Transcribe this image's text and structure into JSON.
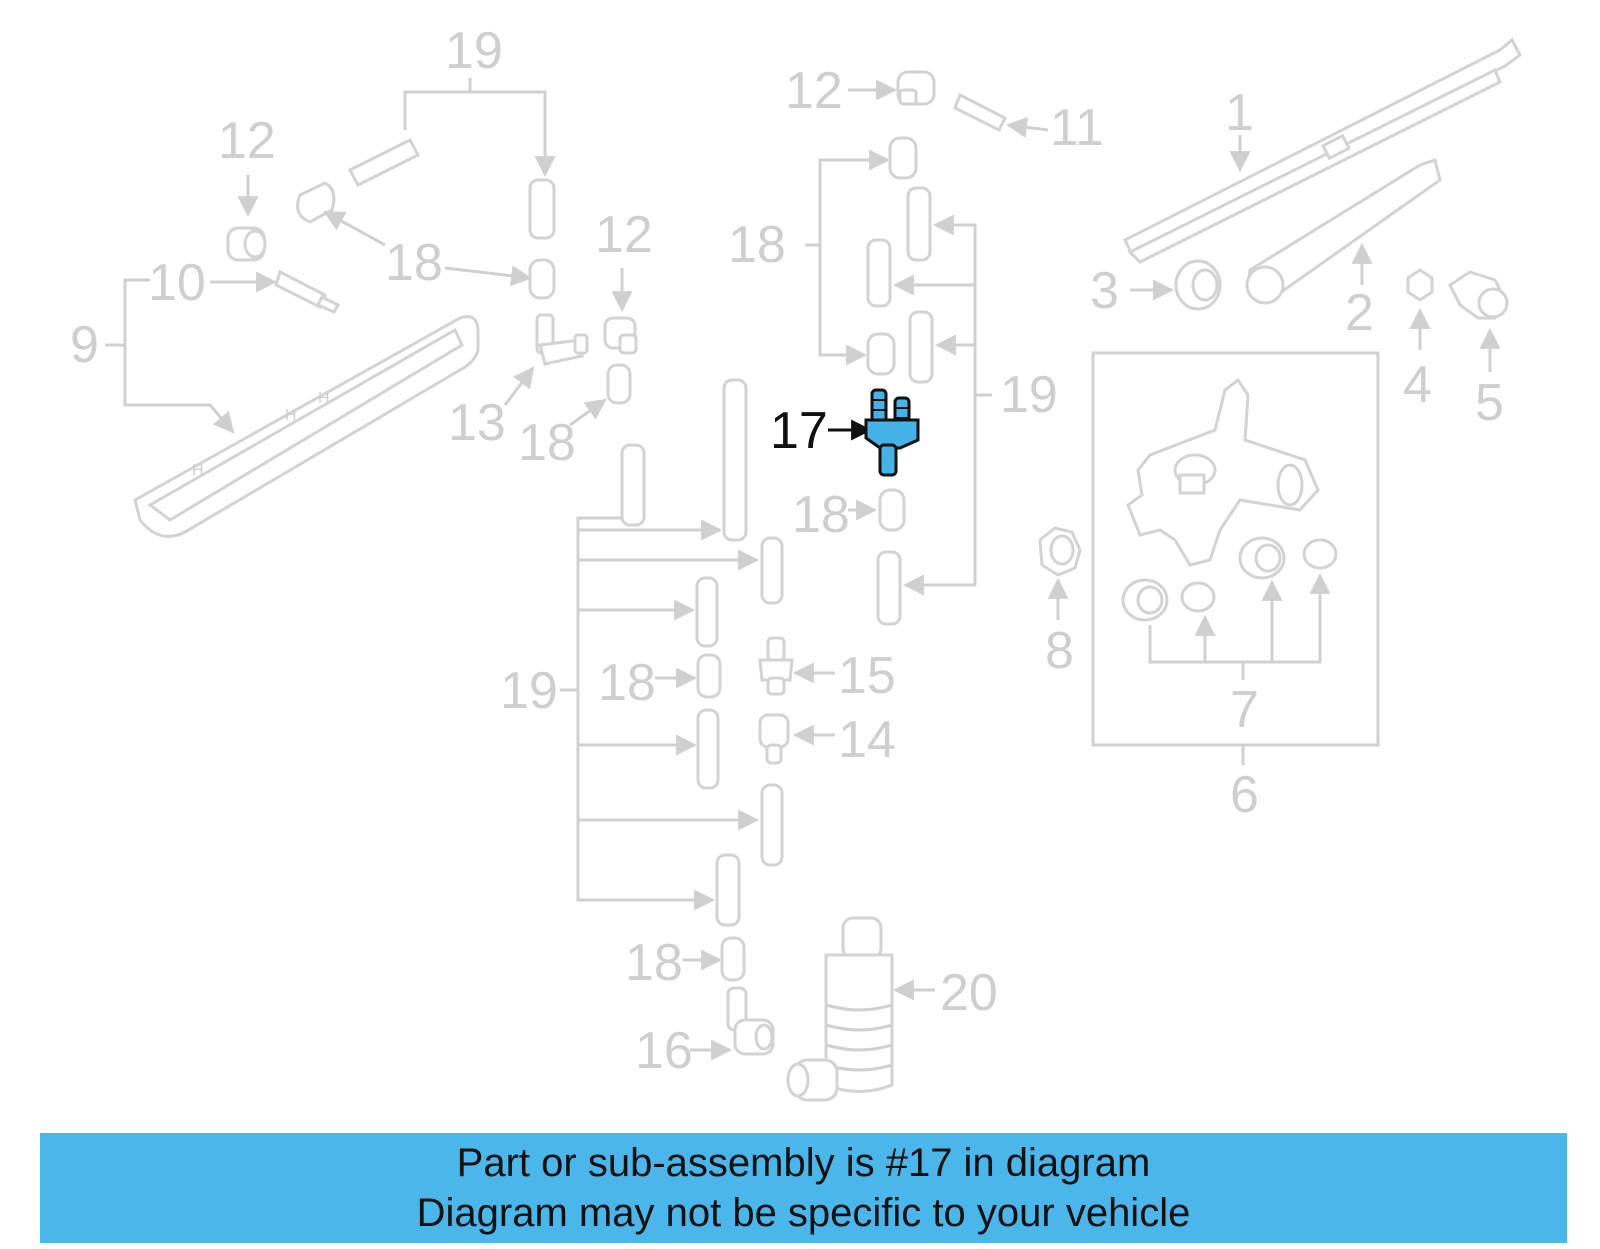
{
  "diagram": {
    "labels": {
      "l1": "1",
      "l2": "2",
      "l3": "3",
      "l4": "4",
      "l5": "5",
      "l6": "6",
      "l7": "7",
      "l8": "8",
      "l9": "9",
      "l10": "10",
      "l11": "11",
      "l12a": "12",
      "l12b": "12",
      "l12c": "12",
      "l13": "13",
      "l14": "14",
      "l15": "15",
      "l16": "16",
      "l17": "17",
      "l18a": "18",
      "l18b": "18",
      "l18c": "18",
      "l18d": "18",
      "l18e": "18",
      "l18f": "18",
      "l19a": "19",
      "l19b": "19",
      "l19c": "19",
      "l20": "20"
    },
    "highlighted_part": "17",
    "highlight_color": "#45b3e7"
  },
  "banner": {
    "line1": "Part or sub-assembly is #17 in diagram",
    "line2": "Diagram may not be specific to your vehicle",
    "background": "#4ab6ea"
  }
}
